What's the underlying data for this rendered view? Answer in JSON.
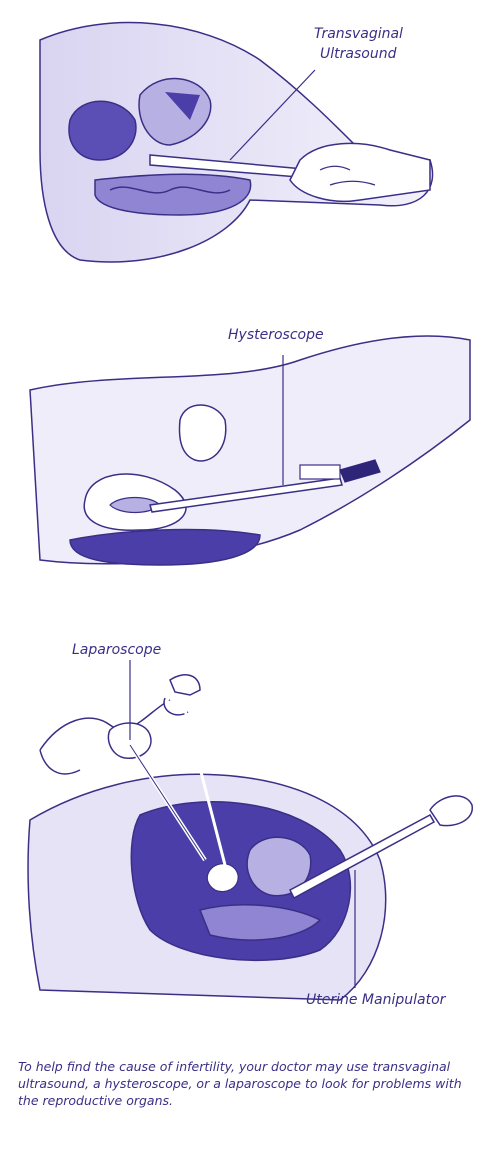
{
  "labels": {
    "transvaginal_line1": "Transvaginal",
    "transvaginal_line2": "Ultrasound",
    "hysteroscope": "Hysteroscope",
    "laparoscope": "Laparoscope",
    "uterine_manipulator": "Uterine Manipulator"
  },
  "caption": "To help find the cause of infertility, your doctor may use transvaginal ultrasound, a hysteroscope, or a laparoscope to look for problems with the reproductive organs.",
  "colors": {
    "ink": "#3a2f86",
    "light_fill": "#e6e3f6",
    "mid_fill": "#b7b0e3",
    "dark_fill": "#4b3ea8"
  }
}
